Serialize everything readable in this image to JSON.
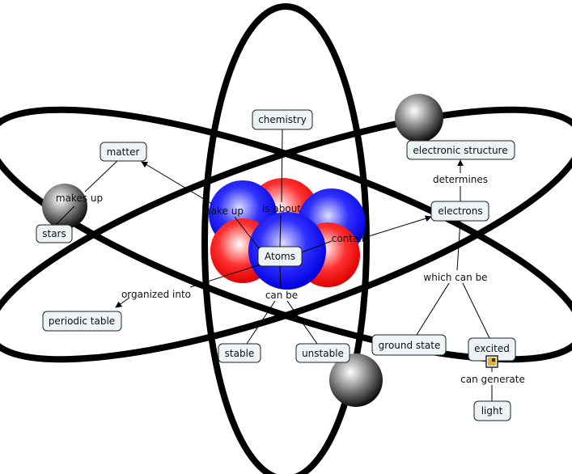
{
  "concepts": {
    "chemistry": "chemistry",
    "matter": "matter",
    "electronic_structure": "electronic structure",
    "stars": "stars",
    "atoms": "Atoms",
    "electrons": "electrons",
    "periodic_table": "periodic table",
    "stable": "stable",
    "unstable": "unstable",
    "ground_state": "ground state",
    "excited": "excited",
    "light": "light"
  },
  "linking_phrases": {
    "makes_up": "makes up",
    "make_up": "make up",
    "is_about": "is about",
    "contain": "contain",
    "determines": "determines",
    "which_can_be": "which can be",
    "organized_into": "organized into",
    "can_be": "can be",
    "can_generate": "can generate"
  },
  "colors": {
    "node_fill": "#eef3f6",
    "proton": "#ff0000",
    "neutron": "#0000ff"
  }
}
